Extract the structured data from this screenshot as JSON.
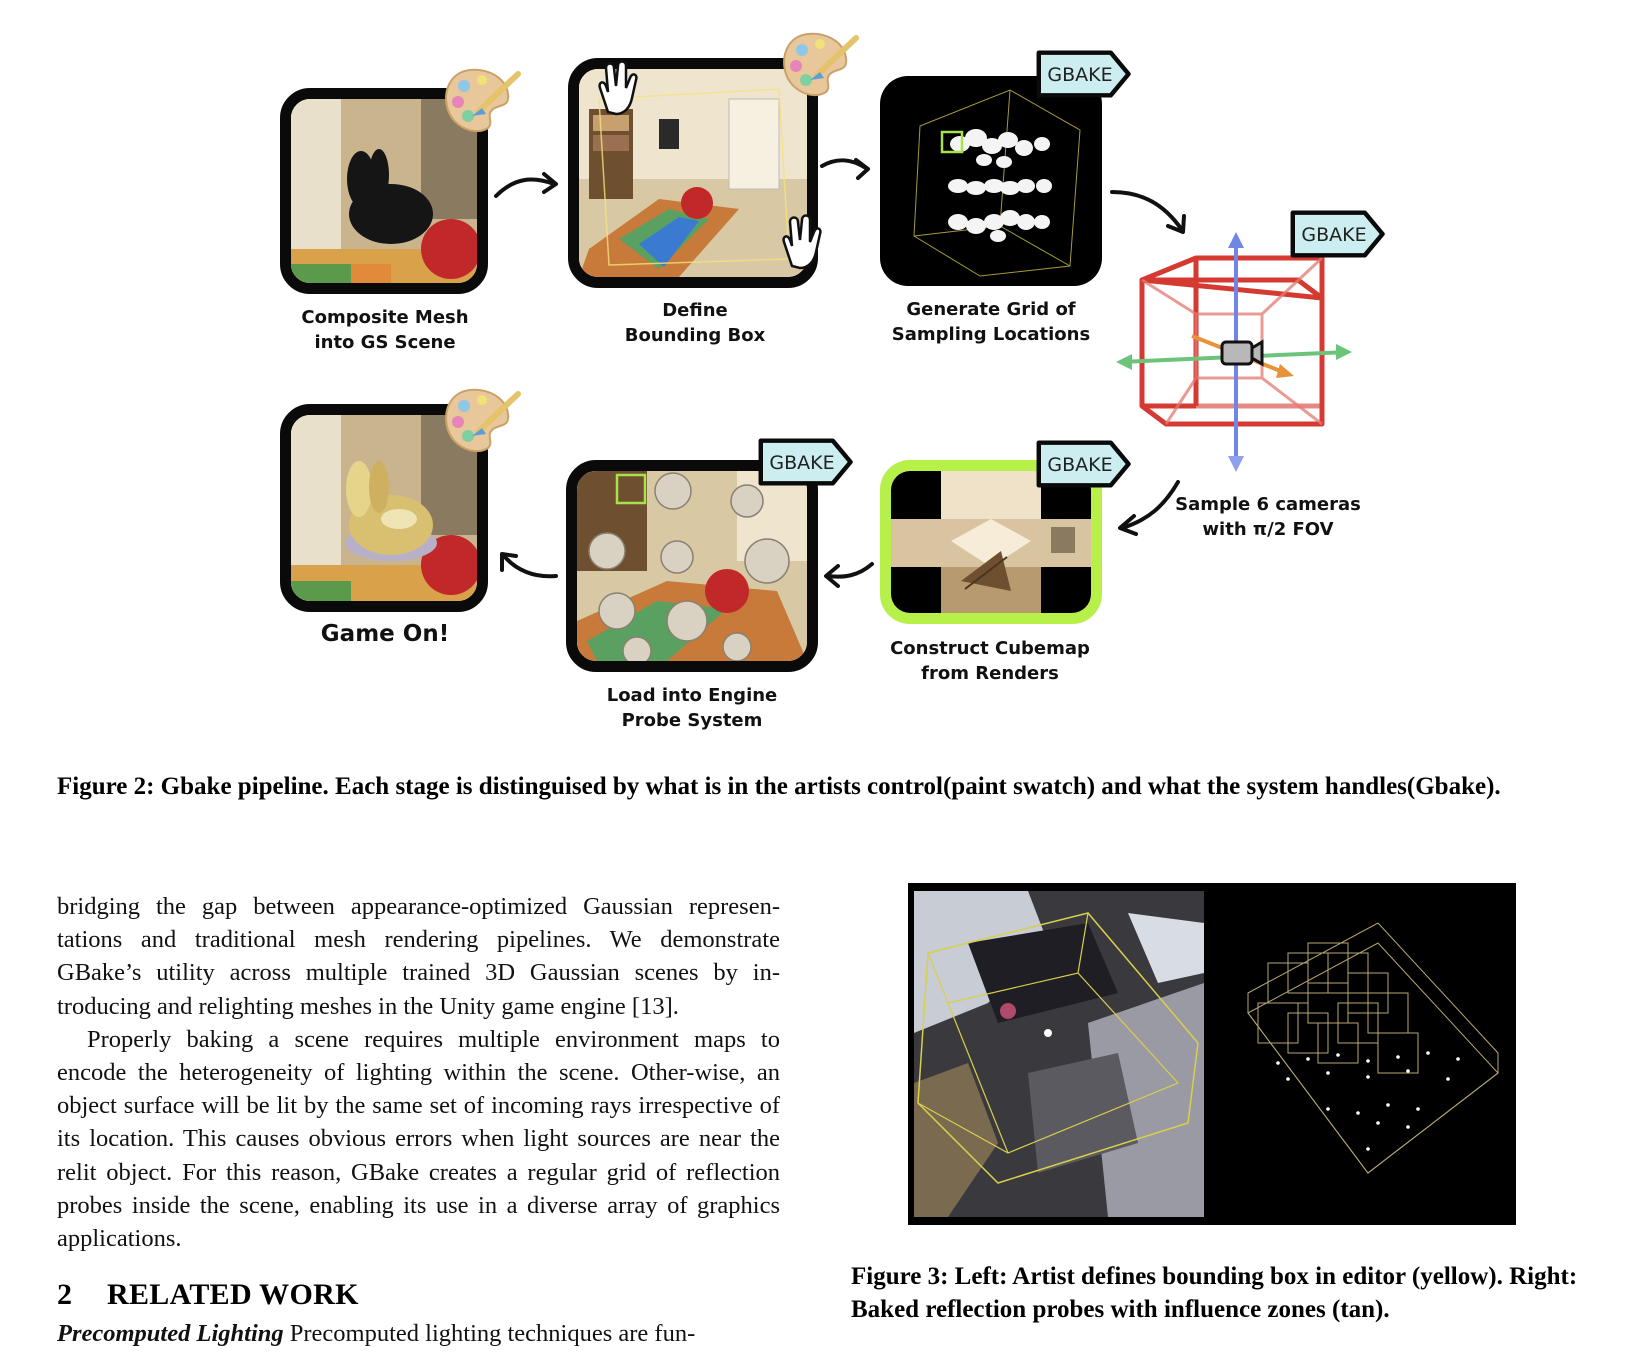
{
  "figure2": {
    "tag_label": "GBAKE",
    "stages": [
      "Composite Mesh\ninto GS Scene",
      "Define\nBounding Box",
      "Generate Grid of\nSampling Locations",
      "Sample 6 cameras\nwith π/2 FOV",
      "Construct Cubemap\nfrom Renders",
      "Load into Engine\nProbe System",
      "Game On!"
    ],
    "caption": "Figure 2: Gbake pipeline. Each stage is distinguised by what is in the artists control(paint swatch) and what the system handles(Gbake).",
    "colors": {
      "border": "#0a0a0a",
      "cubemap_border": "#b8f04a",
      "tag_fill": "#cdeef0",
      "cube_red": "#d43a32",
      "axis_blue": "#6f86e6",
      "axis_green": "#6cc47a",
      "axis_orange": "#e8923a"
    }
  },
  "body": {
    "paragraph1": "bridging the gap between appearance-optimized Gaussian represen-tations and traditional mesh rendering pipelines. We demonstrate GBake’s utility across multiple trained 3D Gaussian scenes by in-troducing and relighting meshes in the Unity game engine [13].",
    "paragraph2": "Properly baking a scene requires multiple environment maps to encode the heterogeneity of lighting within the scene. Other-wise, an object surface will be lit by the same set of incoming rays irrespective of its location. This causes obvious errors when light sources are near the relit object. For this reason, GBake creates a regular grid of reflection probes inside the scene, enabling its use in a diverse array of graphics applications."
  },
  "section": {
    "number": "2",
    "title": "RELATED WORK",
    "runin_title": "Precomputed Lighting",
    "runin_text": " Precomputed lighting techniques are fun-"
  },
  "figure3": {
    "caption": "Figure 3: Left: Artist defines bounding box in editor (yellow). Right: Baked reflection probes with influence zones (tan)."
  }
}
